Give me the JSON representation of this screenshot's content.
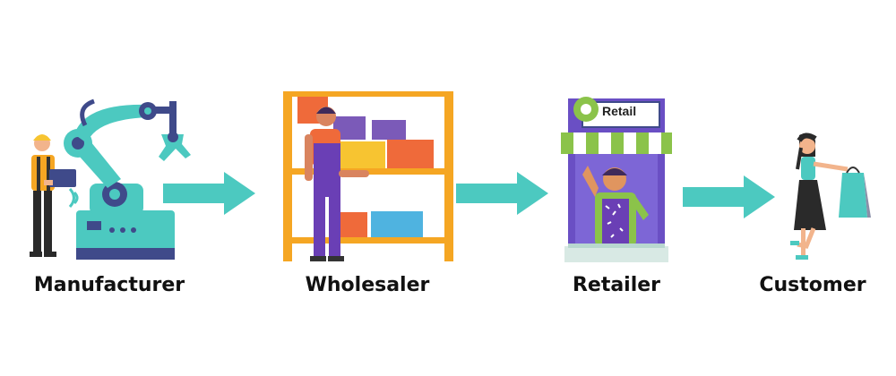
{
  "stages": [
    {
      "label": "Manufacturer",
      "icon": "robot-arm-factory-icon"
    },
    {
      "label": "Wholesaler",
      "icon": "warehouse-shelf-icon"
    },
    {
      "label": "Retailer",
      "icon": "retail-shop-icon",
      "sign": "Retail"
    },
    {
      "label": "Customer",
      "icon": "shopping-customer-icon"
    }
  ],
  "colors": {
    "arrow": "#4cc9c0",
    "teal": "#4cc9c0",
    "robot_dark": "#3f4a8a",
    "shelf": "#f5a623",
    "overalls": "#6a3fb5",
    "box_orange": "#ef6a3a",
    "box_yellow": "#f7c431",
    "box_purple": "#7b5ab8",
    "box_blue": "#4fb3e0",
    "awning_green": "#8bc34a",
    "shop_purple": "#6a4fc4"
  }
}
